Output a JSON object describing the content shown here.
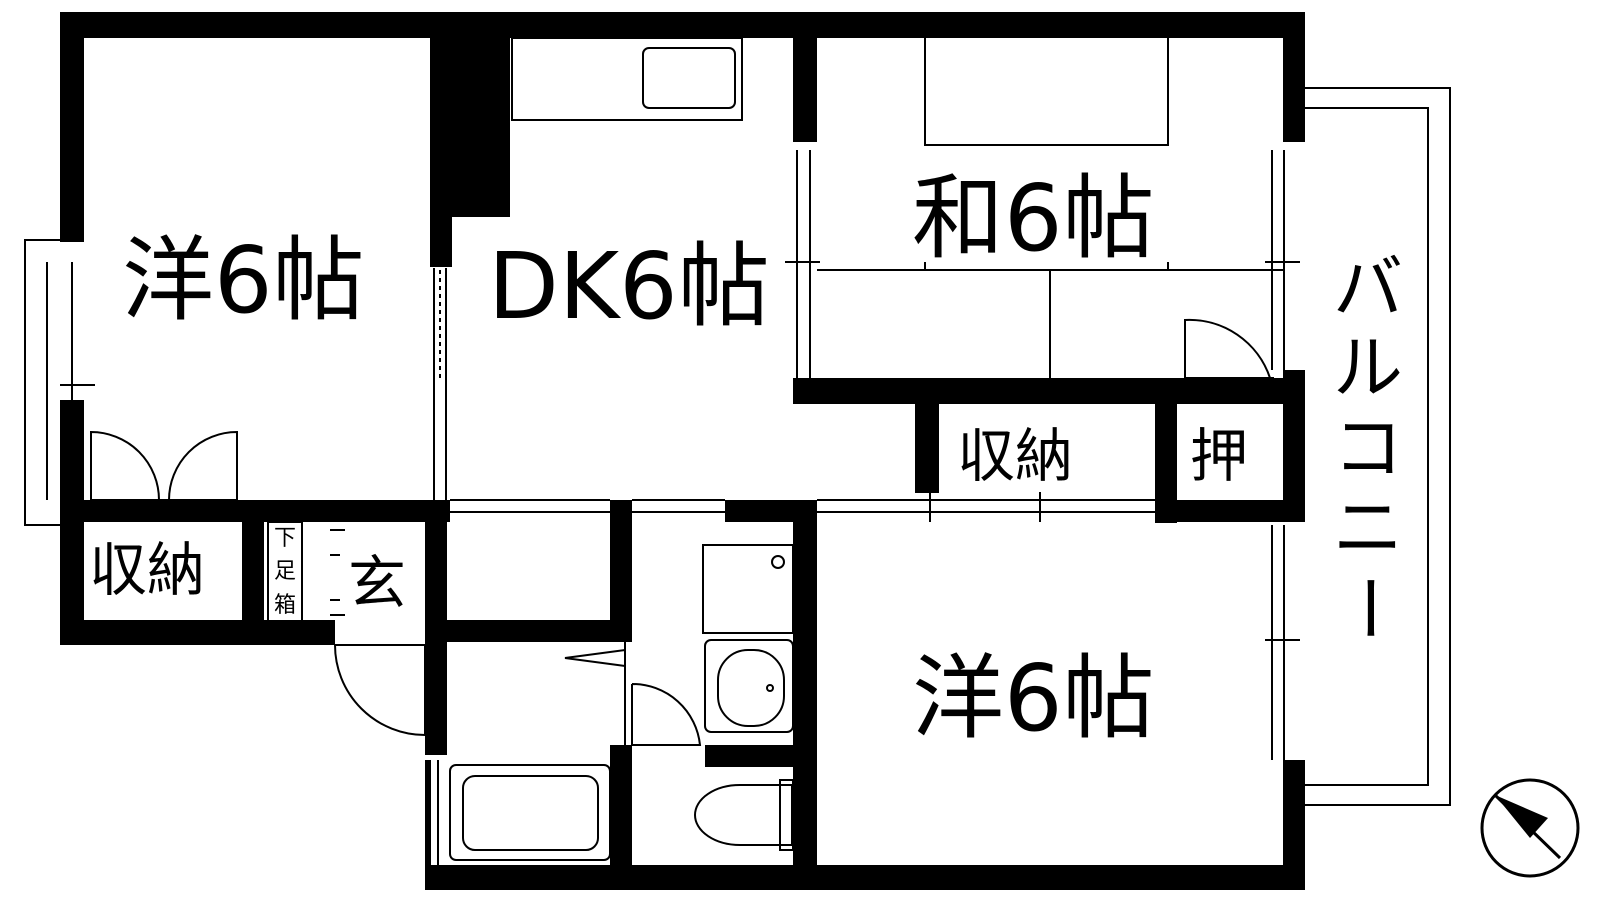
{
  "rooms": {
    "west_room": "洋6帖",
    "dk": "DK6帖",
    "japanese_room": "和6帖",
    "south_room": "洋6帖",
    "storage_left": "収納",
    "storage_mid": "収納",
    "oshiire": "押",
    "entrance": "玄",
    "shoe_box": [
      "下",
      "足",
      "箱"
    ],
    "balcony": [
      "バ",
      "ル",
      "コ",
      "ニ",
      "ー"
    ]
  },
  "compass": {
    "icon": "north-arrow-icon"
  },
  "colors": {
    "wall": "#000000",
    "background": "#ffffff",
    "line": "#000000"
  }
}
